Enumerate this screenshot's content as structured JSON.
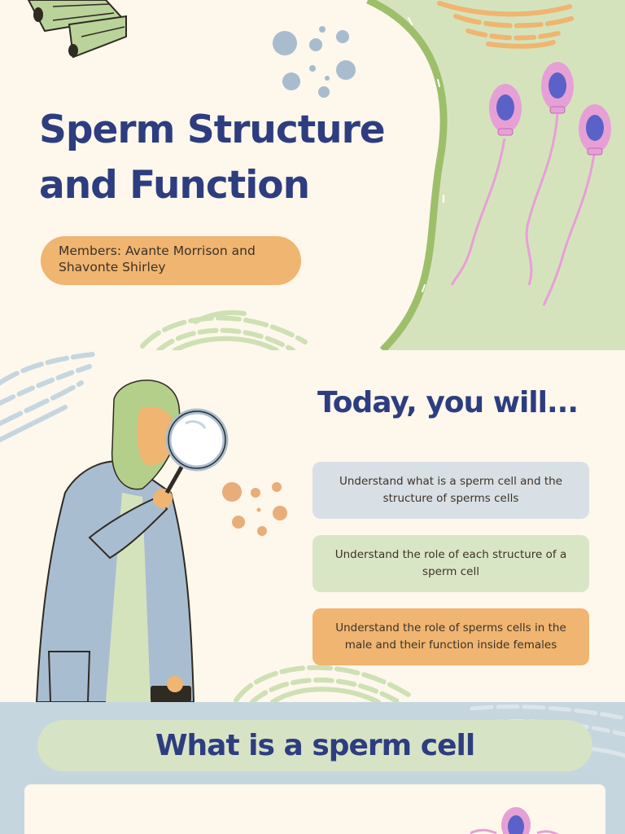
{
  "slide1": {
    "title": "Sperm Structure\nand  Function",
    "members": "Members: Avante Morrison and Shavonte Shirley"
  },
  "slide2": {
    "heading": "Today, you will...",
    "goals": [
      "Understand what is a sperm cell and the structure of sperms cells",
      "Understand the role of each structure of a sperm cell",
      "Understand the role of sperms cells in the male and their function inside females"
    ]
  },
  "slide3": {
    "heading": "What is a sperm cell"
  },
  "colors": {
    "navy": "#2d3d7f",
    "orange": "#efb571",
    "green": "#d9e6c6",
    "blue_gray": "#d8e0e5",
    "pink": "#e7a0d6"
  }
}
